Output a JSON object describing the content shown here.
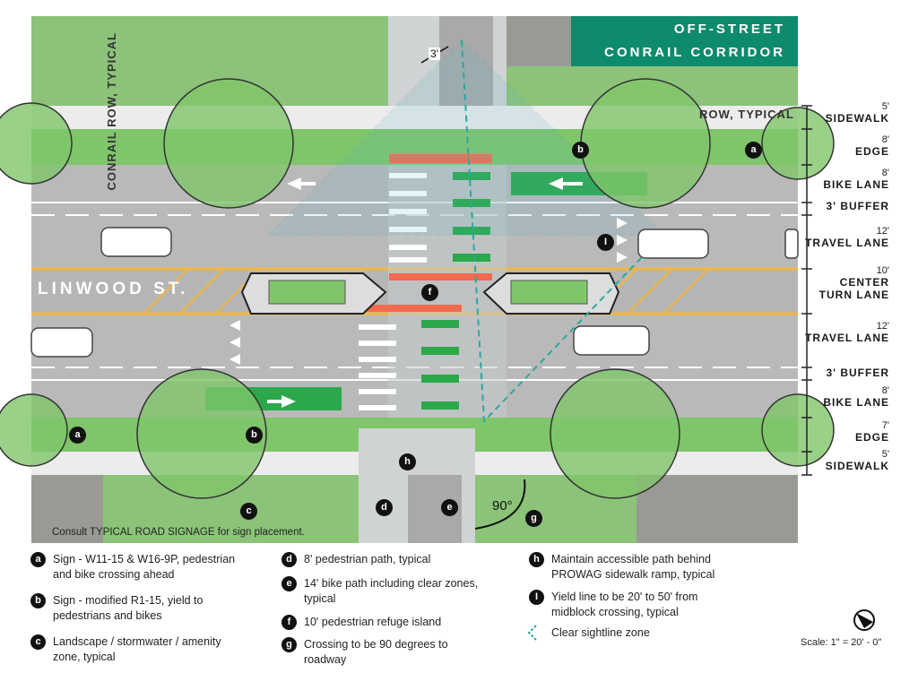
{
  "title": {
    "line1": "OFF-STREET",
    "line2": "CONRAIL CORRIDOR"
  },
  "street_name": "LINWOOD ST.",
  "row_label": "ROW, TYPICAL",
  "conrail_label": "CONRAIL ROW, TYPICAL",
  "dimension_3ft": "3'",
  "angle_label": "90°",
  "cross_section": [
    {
      "value": "5'",
      "name": "SIDEWALK"
    },
    {
      "value": "8'",
      "name": "EDGE"
    },
    {
      "value": "8'",
      "name": "BIKE LANE"
    },
    {
      "value": "",
      "name": "3' BUFFER"
    },
    {
      "value": "12'",
      "name": "TRAVEL LANE"
    },
    {
      "value": "10'",
      "name": "CENTER\nTURN LANE"
    },
    {
      "value": "12'",
      "name": "TRAVEL LANE"
    },
    {
      "value": "",
      "name": "3' BUFFER"
    },
    {
      "value": "8'",
      "name": "BIKE LANE"
    },
    {
      "value": "7'",
      "name": "EDGE"
    },
    {
      "value": "5'",
      "name": "SIDEWALK"
    }
  ],
  "consult_note": "Consult TYPICAL ROAD SIGNAGE for sign placement.",
  "markers": {
    "a": "a",
    "b": "b",
    "c": "c",
    "d": "d",
    "e": "e",
    "f": "f",
    "g": "g",
    "h": "h",
    "i": "I"
  },
  "legend": {
    "a": {
      "key": "a",
      "text": "Sign - W11-15 & W16-9P, pedestrian\nand bike crossing ahead"
    },
    "b": {
      "key": "b",
      "text": "Sign - modified R1-15, yield to\npedestrians and bikes"
    },
    "c": {
      "key": "c",
      "text": "Landscape / stormwater / amenity\nzone, typical"
    },
    "d": {
      "key": "d",
      "text": "8' pedestrian path, typical"
    },
    "e": {
      "key": "e",
      "text": "14' bike path including clear zones,\ntypical"
    },
    "f": {
      "key": "f",
      "text": "10' pedestrian refuge island"
    },
    "g": {
      "key": "g",
      "text": "Crossing to be 90 degrees to\nroadway"
    },
    "h": {
      "key": "h",
      "text": "Maintain accessible path behind\nPROWAG sidewalk ramp, typical"
    },
    "i": {
      "key": "I",
      "text": "Yield line to be 20' to 50' from\nmidblock crossing, typical"
    },
    "sight": {
      "text": "Clear sightline zone"
    }
  },
  "scale_label": "Scale: 1\" = 20' - 0\"",
  "colors": {
    "grass": "#7fc66a",
    "road": "#b9b9b9",
    "sidewalk": "#ececec",
    "bike_lane": "#2aa84a",
    "ramp_red": "#f26b4f",
    "title_bg": "#0e8a6c",
    "sightline": "#2aa8a0",
    "yellow_line": "#f2b640"
  }
}
